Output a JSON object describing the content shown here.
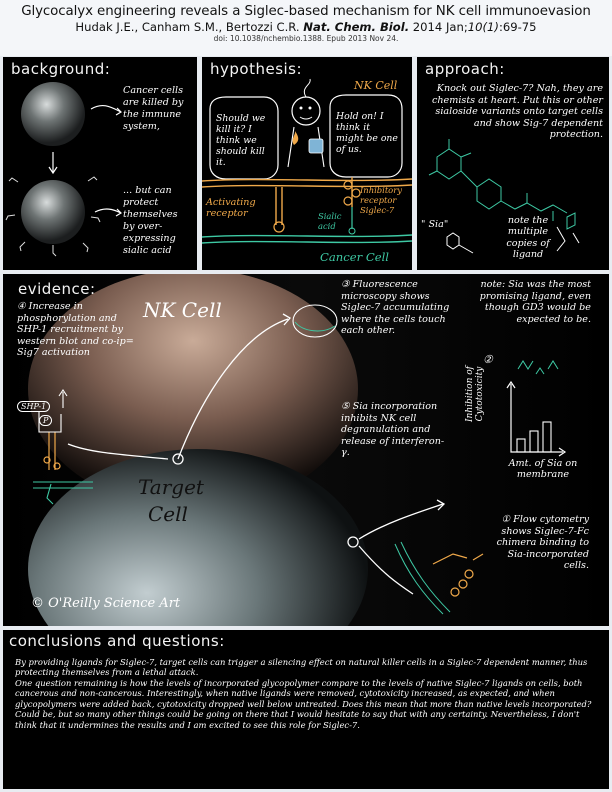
{
  "header": {
    "title": "Glycocalyx engineering reveals a Siglec-based mechanism for NK cell immunoevasion",
    "citation_authors": "Hudak J.E., Canham S.M., Bertozzi C.R. ",
    "citation_journal": "Nat. Chem. Biol.",
    "citation_rest": " 2014 Jan;",
    "citation_volume": "10(1)",
    "citation_pages": ":69-75",
    "doi": "doi: 10.1038/nchembio.1388. Epub 2013 Nov 24."
  },
  "background": {
    "title": "background:",
    "text1": "Cancer cells are killed by the immune system,",
    "text2": "... but can protect themselves by over-expressing sialic acid"
  },
  "hypothesis": {
    "title": "hypothesis:",
    "nk_label": "NK Cell",
    "bubble_left": "Should we kill it? I think we should kill it.",
    "bubble_right": "Hold on! I think it might be one of us.",
    "activating": "Activating receptor",
    "inhibitory": "Inhibitory receptor Siglec-7",
    "sialic": "Sialic acid",
    "cancer": "Cancer Cell"
  },
  "approach": {
    "title": "approach:",
    "text": "Knock out Siglec-7? Nah, they are chemists at heart. Put this or other sialoside variants onto target cells and show Sig-7 dependent protection.",
    "sia_label": "\" Sia\"",
    "note": "note the multiple copies of ligand"
  },
  "evidence": {
    "title": "evidence:",
    "nk_cell": "NK Cell",
    "target_cell_1": "Target",
    "target_cell_2": "Cell",
    "copyright": "© O'Reilly Science Art",
    "item4": "④ Increase in phosphorylation and SHP-1 recruitment by western blot and co-ip= Sig7 activation",
    "shp1": "SHP-1",
    "p": "P",
    "item3": "③ Fluorescence microscopy shows Siglec-7 accumulating where the cells touch each other.",
    "item5": "⑤ Sia incorporation inhibits NK cell degranulation and release of interferon-γ.",
    "note": "note: Sia was the most promising ligand, even though GD3 would be expected to be.",
    "item2": "②",
    "ylabel": "Inhibition of Cytotoxicity",
    "xlabel": "Amt. of Sia on membrane",
    "item1": "① Flow cytometry shows Siglec-7-Fc chimera binding to Sia-incorporated cells."
  },
  "conclusions": {
    "title": "conclusions and questions:",
    "p1": "By providing ligands for Siglec-7, target cells can trigger a silencing effect on natural killer cells in a Siglec-7 dependent manner, thus protecting themselves from a lethal attack.",
    "p2": "One question remaining is how the levels of incorporated glycopolymer compare to the levels of native Siglec-7 ligands on cells, both cancerous and non-cancerous. Interestingly, when native ligands were removed, cytotoxicity increased, as expected, and when glycopolymers were added back, cytotoxicity dropped well below untreated. Does this mean that more than native levels incorporated? Could be, but so many other things could be going on there that I would hesitate to say that with any certainty. Nevertheless, I don't think that it undermines the results and I am excited to see this role for Siglec-7."
  },
  "colors": {
    "accent_orange": "#f0a94a",
    "accent_green": "#3ec9a4",
    "nk_cell": "#9a7a66",
    "target_cell": "#7e8e92"
  }
}
